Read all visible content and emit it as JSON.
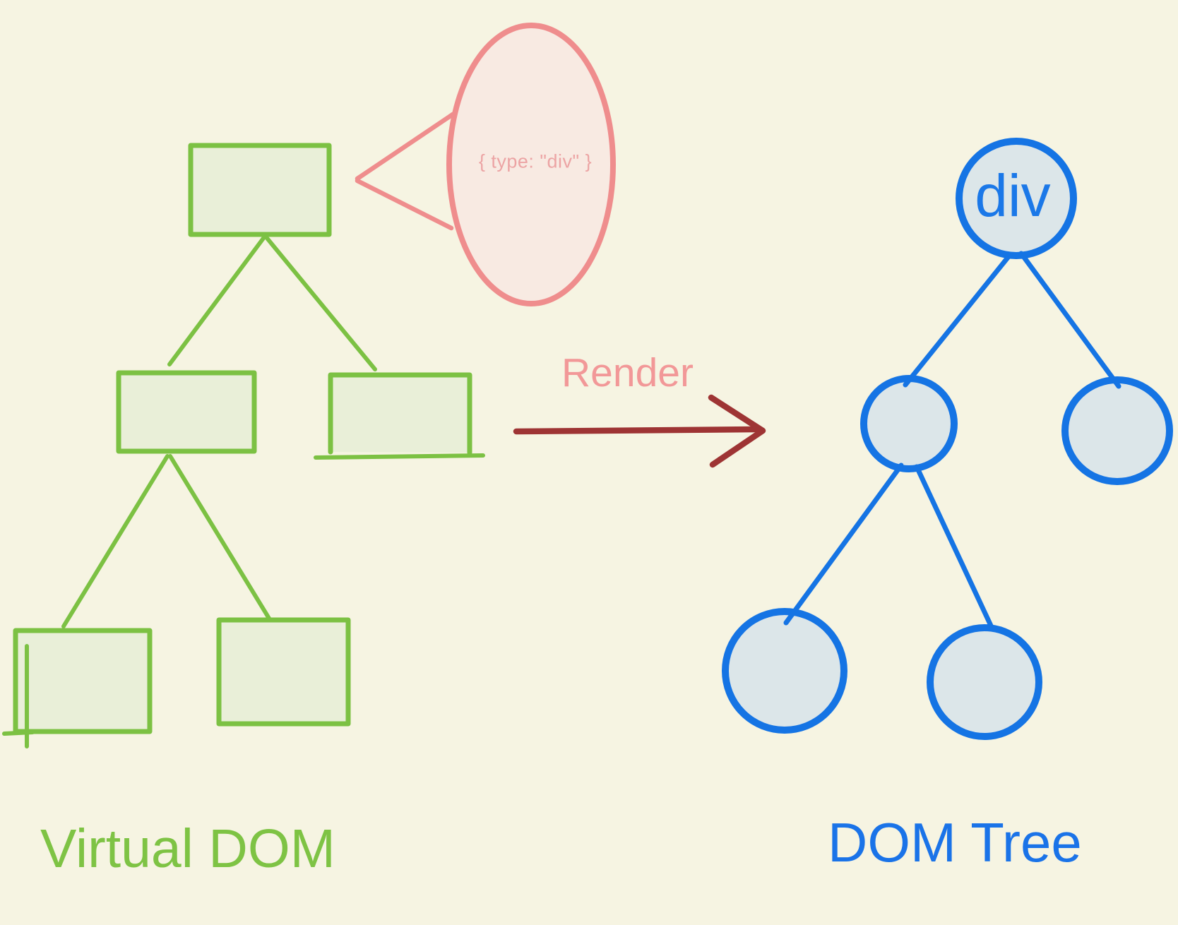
{
  "diagram_title": "Virtual DOM to DOM Tree render diagram",
  "labels": {
    "virtual_dom": "Virtual DOM",
    "dom_tree": "DOM Tree",
    "render": "Render",
    "root_node": "div",
    "callout": "{ type: \"div\" }"
  },
  "colors": {
    "bg": "#f6f4e2",
    "green": "#7cc143",
    "green-fill": "#e9efd8",
    "green-text": "#7ec344",
    "salmon": "#ef8d8d",
    "salmon-fill": "#f8eae2",
    "salmon-text": "#eca4a4",
    "render-text": "#f29898",
    "dark-red": "#9e3434",
    "blue": "#1574e4",
    "blue-fill": "#dce6e9",
    "blue-text": "#1b78e8",
    "blue-label": "#1a73e8"
  }
}
